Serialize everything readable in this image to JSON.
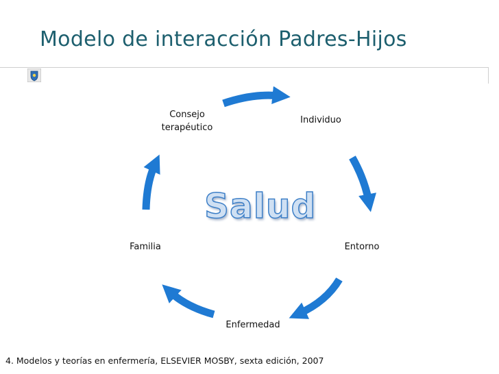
{
  "title": "Modelo de interacción Padres-Hijos",
  "cycle": {
    "center": "Salud",
    "nodes": [
      {
        "label": "Consejo\nterapéutico"
      },
      {
        "label": "Individuo"
      },
      {
        "label": "Entorno"
      },
      {
        "label": "Enfermedad"
      },
      {
        "label": "Familia"
      }
    ],
    "arrow_color": "#1f7ad3"
  },
  "citation": "4. Modelos y teorías en enfermería,  ELSEVIER MOSBY, sexta edición, 2007"
}
